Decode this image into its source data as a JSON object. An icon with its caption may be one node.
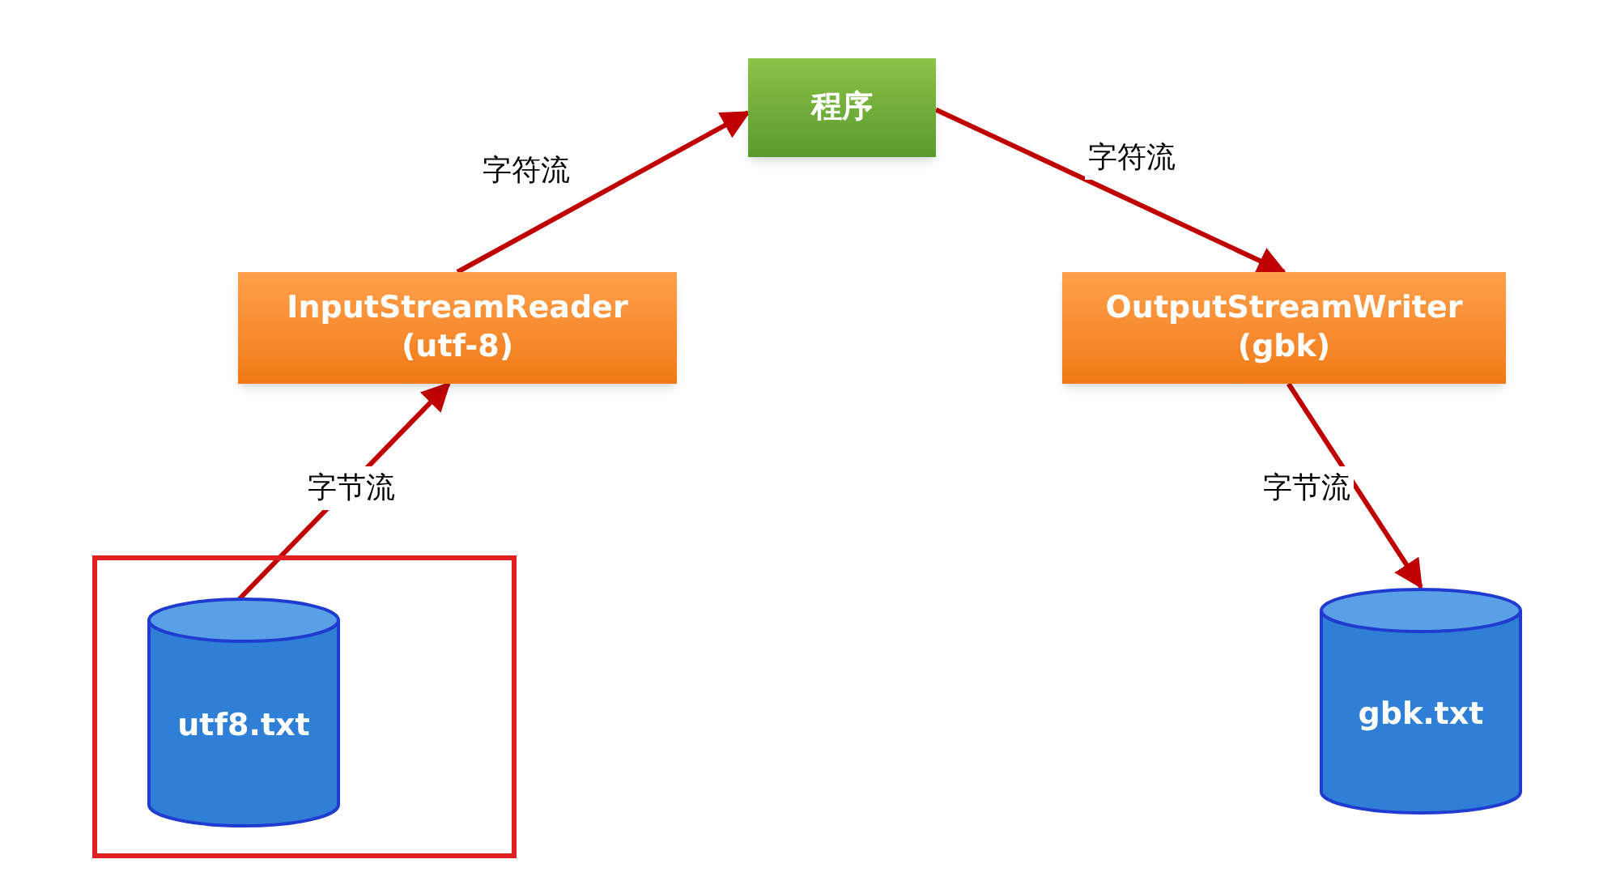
{
  "diagram": {
    "nodes": [
      {
        "text": [
          "程序"
        ]
      },
      {
        "text": [
          "InputStreamReader",
          "(utf-8)"
        ]
      },
      {
        "text": [
          "OutputStreamWriter",
          "(gbk)"
        ]
      },
      {
        "text": [],
        "shape": "box"
      },
      {
        "text": [
          "utf8.txt"
        ],
        "in": 3
      },
      {
        "text": [
          "gbk.txt"
        ]
      }
    ],
    "edges": [
      {
        "from": 4,
        "to": 1,
        "arrow": "to",
        "label": "字节流"
      },
      {
        "from": 1,
        "to": 0,
        "arrow": "to",
        "label": "字符流"
      },
      {
        "from": 0,
        "to": 2,
        "arrow": "to",
        "label": "字符流"
      },
      {
        "from": 2,
        "to": 5,
        "arrow": "to",
        "label": "字节流"
      }
    ]
  }
}
